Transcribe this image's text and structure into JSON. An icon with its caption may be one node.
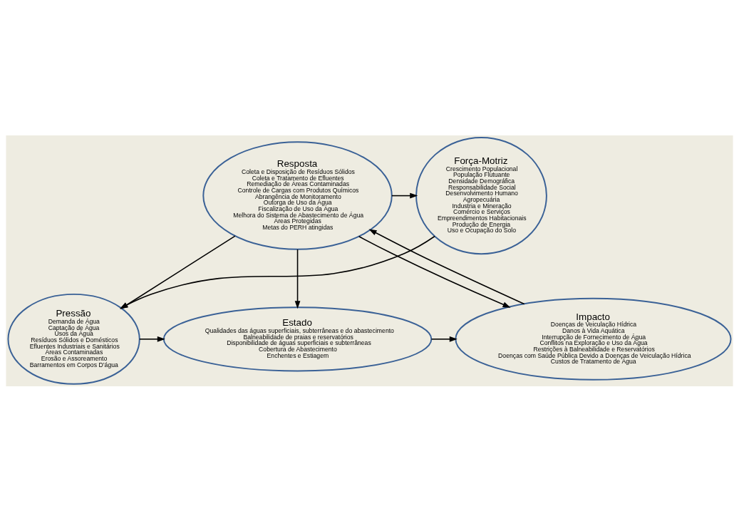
{
  "diagram": {
    "nodes": [
      {
        "text": [
          "Força-Motriz",
          "Crescimento Populacional",
          "População Flutuante",
          "Densidade Demográfica",
          "Responsabilidade Social",
          "Desenvolvimento Humano",
          "Agropecuária",
          "Industria e Mineração",
          "Comércio e Serviços",
          "Empreendimentos Habitacionais",
          "Produção de Energia",
          "Uso e Ocupação do Solo"
        ]
      },
      {
        "text": [
          "Resposta",
          "Coleta e Disposição de Resíduos Sólidos",
          "Coleta e Tratamento de Efluentes",
          "Remediação de Áreas Contaminadas",
          "Controle de Cargas com Produtos Químicos",
          "Abrangência de Monitoramento",
          "Outorga de Uso da Água",
          "Fiscalização de Uso da Água",
          "Melhora do Sistema de Abastecimento de Água",
          "Áreas Protegidas",
          "Metas do PERH atingidas"
        ]
      },
      {
        "text": [
          "Pressão",
          "Demanda de Água",
          "Captação de Água",
          "Usos da Água",
          "Resíduos Sólidos e Domésticos",
          "Efluentes Industriais e Sanitários",
          "Áreas Contaminadas",
          "Erosão e Assoreamento",
          "Barramentos em Corpos D’água"
        ]
      },
      {
        "text": [
          "Estado",
          "Qualidades das águas superficiais, subterrâneas e do abastecimento",
          "Balneabilidade de praias e reservatórios",
          "Disponibilidade de águas superficiais e subterrâneas",
          "Cobertura de Abastecimento",
          "Enchentes e Estiagem"
        ]
      },
      {
        "text": [
          "Impacto",
          "Doenças de Veiculação Hídrica",
          "Danos à Vida Aquática",
          "Interrupção de Fornecimento de Água",
          "Conflitos na Exploração e Uso da Água",
          "Restrições à Balneabilidade e Reservatórios",
          "Doenças com Saúde Pública Devido a Doenças de Veiculação Hídrica",
          "Custos de Tratamento de Água"
        ]
      }
    ],
    "edges": [
      {
        "from": 1,
        "to": 0,
        "arrow": "to"
      },
      {
        "from": 1,
        "to": 2,
        "arrow": "to"
      },
      {
        "from": 1,
        "to": 3,
        "arrow": "to"
      },
      {
        "from": 1,
        "to": 4,
        "arrow": "to"
      },
      {
        "from": 4,
        "to": 1,
        "arrow": "to"
      },
      {
        "from": 0,
        "to": 2,
        "arrow": "to"
      },
      {
        "from": 2,
        "to": 3,
        "arrow": "to"
      },
      {
        "from": 3,
        "to": 4,
        "arrow": "to"
      }
    ]
  }
}
